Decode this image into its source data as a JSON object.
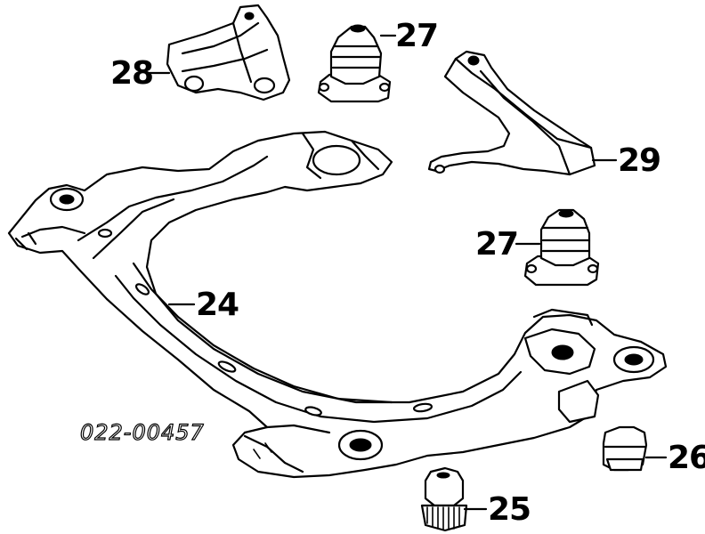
{
  "diagram": {
    "part_code": "022-00457",
    "callouts": [
      {
        "id": "subframe",
        "label": "24"
      },
      {
        "id": "bushing-rear",
        "label": "25"
      },
      {
        "id": "bushing-side",
        "label": "26"
      },
      {
        "id": "mount-top",
        "label": "27"
      },
      {
        "id": "mount-mid",
        "label": "27"
      },
      {
        "id": "bracket-left",
        "label": "28"
      },
      {
        "id": "stay-right",
        "label": "29"
      }
    ]
  }
}
